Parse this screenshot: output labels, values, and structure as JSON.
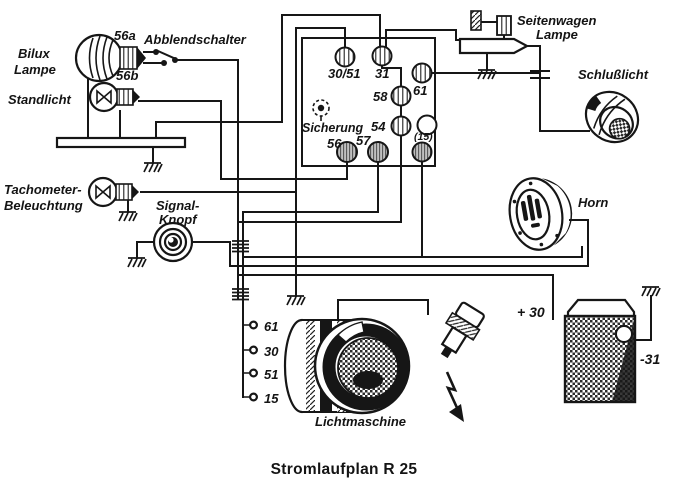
{
  "title": "Stromlaufplan R 25",
  "colors": {
    "ink": "#161616",
    "paper": "#ffffff"
  },
  "headlamp": {
    "bilux_label_1": "Bilux",
    "bilux_label_2": "Lampe",
    "high_beam_terminal": "56a",
    "dimmer_switch_label": "Abblendschalter",
    "low_beam_terminal": "56b",
    "parking_light_label": "Standlicht"
  },
  "speedo_light": {
    "label_1": "Tachometer-",
    "label_2": "Beleuchtung"
  },
  "horn_button": {
    "label_1": "Signal-",
    "label_2": "Knopf"
  },
  "junction_box": {
    "fuse_label": "Sicherung",
    "terminals": {
      "t30_51": "30/51",
      "t31": "31",
      "t61": "61",
      "t58": "58",
      "t54": "54",
      "t15": "(15)",
      "t56": "56",
      "t57": "57"
    }
  },
  "sidecar": {
    "label_1": "Seitenwagen",
    "label_2": "Lampe"
  },
  "tail_light": {
    "label": "Schlußlicht"
  },
  "horn": {
    "label": "Horn"
  },
  "battery": {
    "positive": "+ 30",
    "negative": "-31"
  },
  "generator": {
    "label": "Lichtmaschine",
    "terminals": [
      "61",
      "30",
      "51",
      "15"
    ]
  }
}
